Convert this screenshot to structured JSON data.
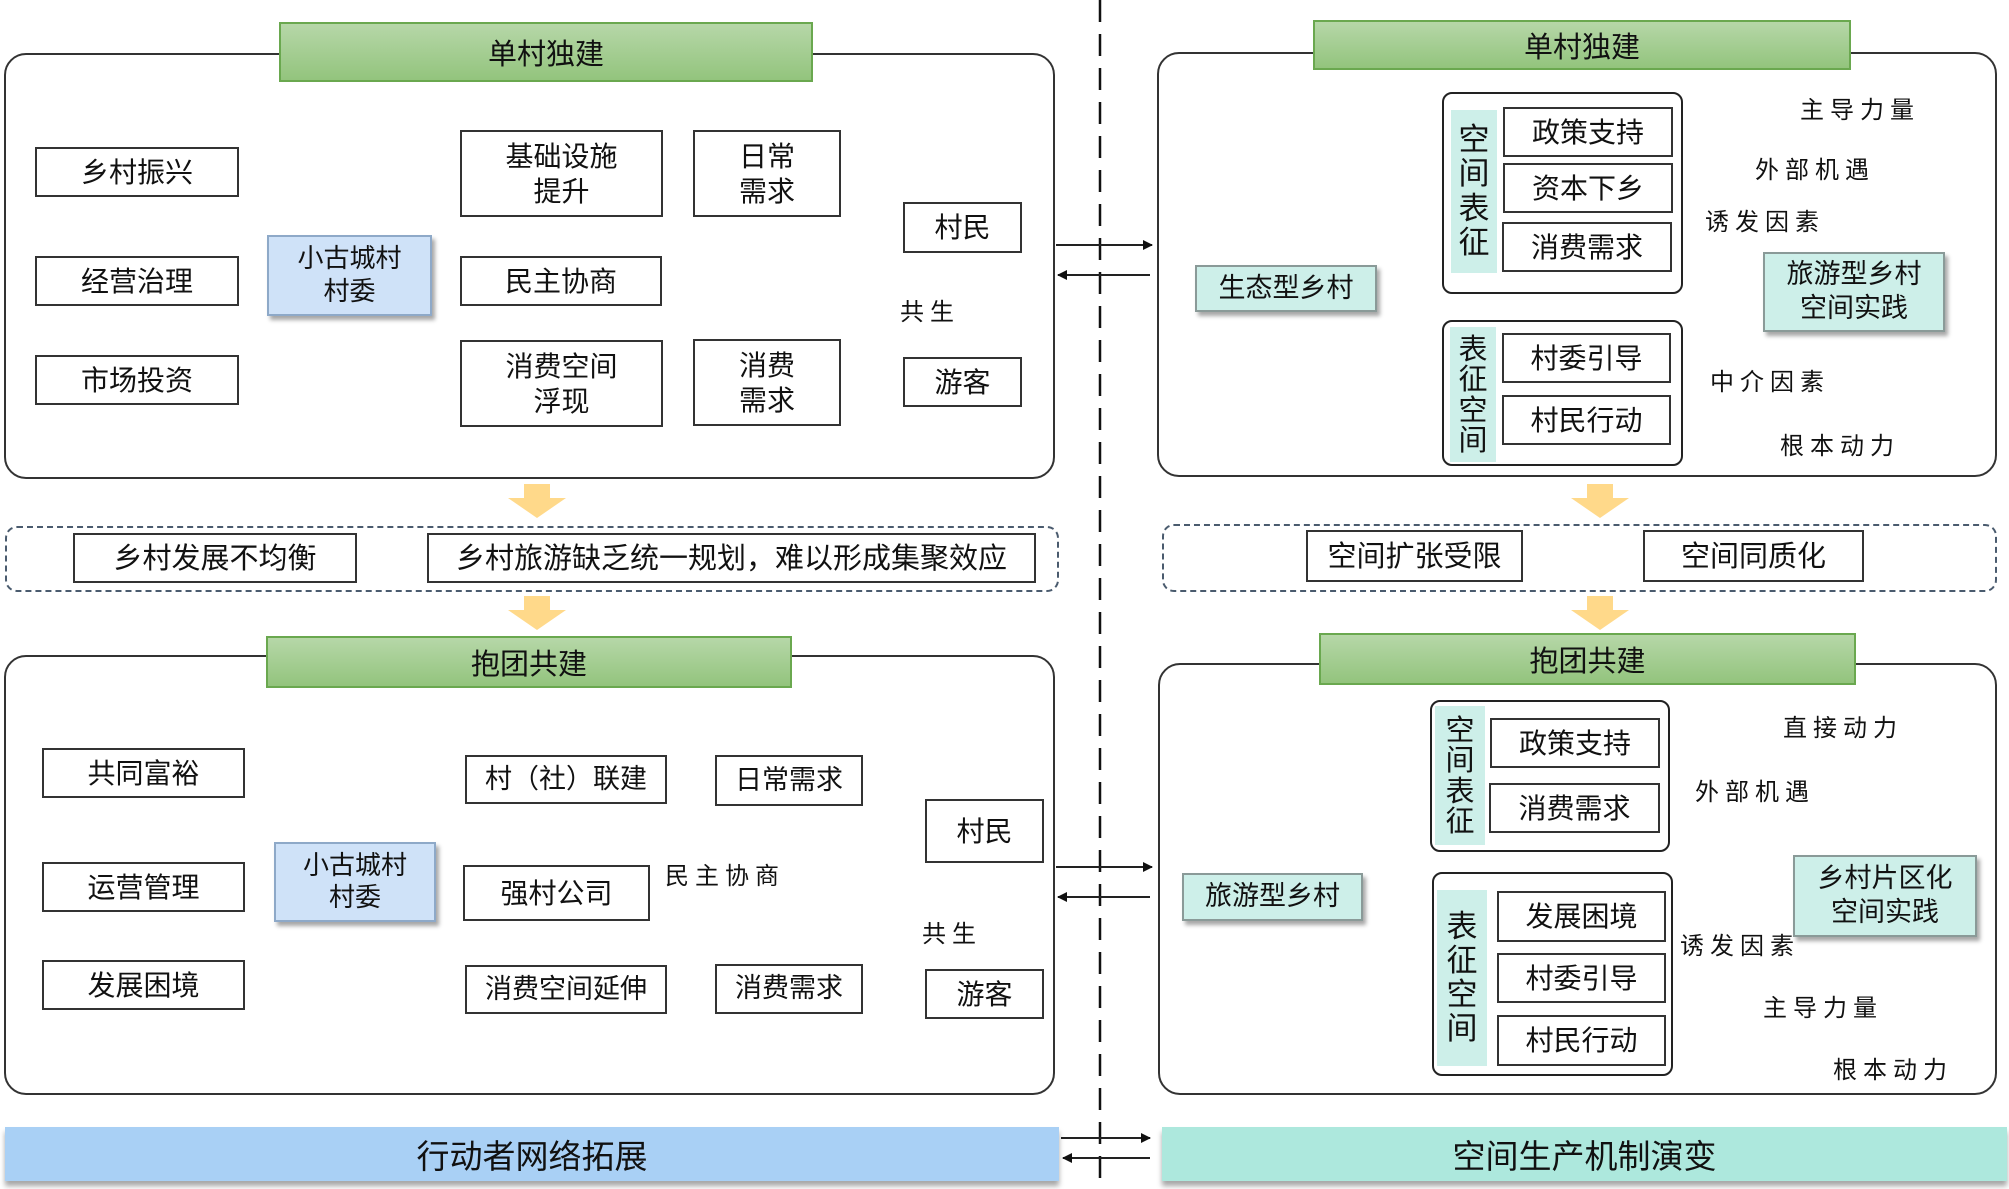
{
  "colors": {
    "banner_green": "#a9d08e",
    "committee_blue": "#cfe2f8",
    "teal": "#cdefe9",
    "footer_blue": "#a9d0f5",
    "footer_teal": "#ade8dd",
    "flow_arrow": "#ffd98a"
  },
  "left": {
    "top": {
      "title": "单村独建",
      "drivers": [
        "乡村振兴",
        "经营治理",
        "市场投资"
      ],
      "committee": [
        "小古城村",
        "村委"
      ],
      "actions": [
        [
          "基础设施",
          "提升"
        ],
        [
          "民主协商"
        ],
        [
          "消费空间",
          "浮现"
        ]
      ],
      "needs": [
        [
          "日常",
          "需求"
        ],
        [
          "消费",
          "需求"
        ]
      ],
      "actors": [
        "村民",
        "游客"
      ],
      "symbiosis_label": "共生"
    },
    "problems": [
      "乡村发展不均衡",
      "乡村旅游缺乏统一规划，难以形成集聚效应"
    ],
    "bottom": {
      "title": "抱团共建",
      "drivers": [
        "共同富裕",
        "运营管理",
        "发展困境"
      ],
      "committee": [
        "小古城村",
        "村委"
      ],
      "actions": [
        "村（社）联建",
        "强村公司",
        "消费空间延伸"
      ],
      "negotiation_label": "民主协商",
      "needs": [
        "日常需求",
        "消费需求"
      ],
      "actors": [
        "村民",
        "游客"
      ],
      "symbiosis_label": "共生"
    },
    "footer": "行动者网络拓展"
  },
  "right": {
    "top": {
      "title": "单村独建",
      "source": "生态型乡村",
      "group1_label": [
        "空",
        "间",
        "表",
        "征"
      ],
      "group1_items": [
        "政策支持",
        "资本下乡",
        "消费需求"
      ],
      "group2_label": [
        "表",
        "征",
        "空",
        "间"
      ],
      "group2_items": [
        "村委引导",
        "村民行动"
      ],
      "target": [
        "旅游型乡村",
        "空间实践"
      ],
      "edge_labels": [
        "主导力量",
        "外部机遇",
        "诱发因素",
        "中介因素",
        "根本动力"
      ]
    },
    "problems": [
      "空间扩张受限",
      "空间同质化"
    ],
    "bottom": {
      "title": "抱团共建",
      "source": "旅游型乡村",
      "group1_label": [
        "空",
        "间",
        "表",
        "征"
      ],
      "group1_items": [
        "政策支持",
        "消费需求"
      ],
      "group2_label": [
        "表",
        "征",
        "空",
        "间"
      ],
      "group2_items": [
        "发展困境",
        "村委引导",
        "村民行动"
      ],
      "target": [
        "乡村片区化",
        "空间实践"
      ],
      "edge_labels": [
        "直接动力",
        "外部机遇",
        "诱发因素",
        "主导力量",
        "根本动力"
      ]
    },
    "footer": "空间生产机制演变"
  }
}
